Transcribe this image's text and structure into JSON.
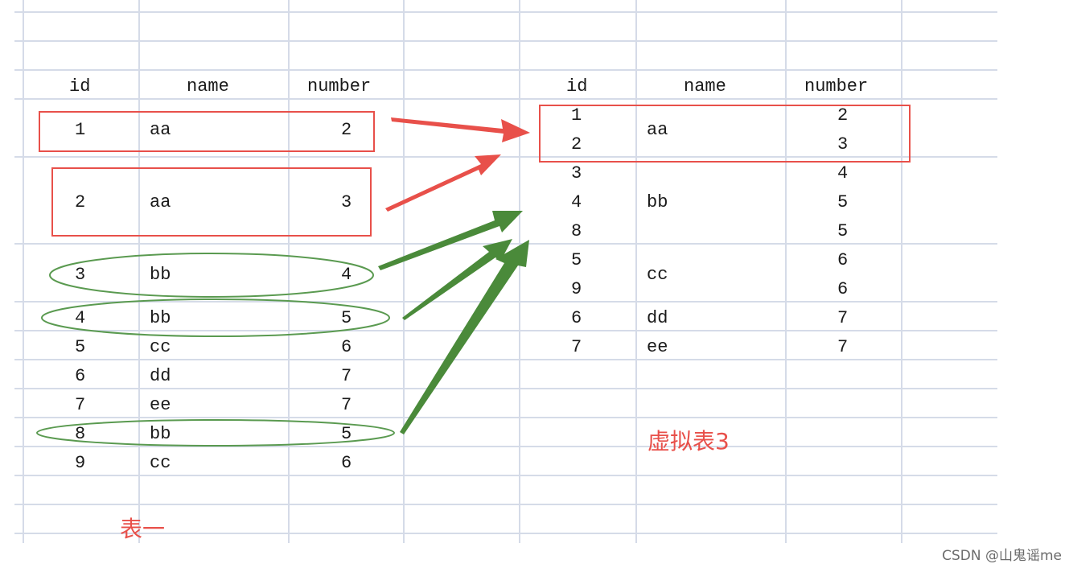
{
  "table1": {
    "headers": [
      "id",
      "name",
      "number"
    ],
    "rows": [
      {
        "id": "1",
        "name": "aa",
        "number": "2"
      },
      {
        "id": "2",
        "name": "aa",
        "number": "3"
      },
      {
        "id": "3",
        "name": "bb",
        "number": "4"
      },
      {
        "id": "4",
        "name": "bb",
        "number": "5"
      },
      {
        "id": "5",
        "name": "cc",
        "number": "6"
      },
      {
        "id": "6",
        "name": "dd",
        "number": "7"
      },
      {
        "id": "7",
        "name": "ee",
        "number": "7"
      },
      {
        "id": "8",
        "name": "bb",
        "number": "5"
      },
      {
        "id": "9",
        "name": "cc",
        "number": "6"
      }
    ],
    "caption": "表一"
  },
  "table3": {
    "headers": [
      "id",
      "name",
      "number"
    ],
    "ids": [
      "1",
      "2",
      "3",
      "4",
      "8",
      "5",
      "9",
      "6",
      "7"
    ],
    "numbers": [
      "2",
      "3",
      "4",
      "5",
      "5",
      "6",
      "6",
      "7",
      "7"
    ],
    "groups": [
      {
        "name": "aa"
      },
      {
        "name": "bb"
      },
      {
        "name": "cc"
      },
      {
        "name": "dd"
      },
      {
        "name": "ee"
      }
    ],
    "caption": "虚拟表3"
  },
  "colors": {
    "grid": "#d5dbe8",
    "red": "#e8504a",
    "green": "#4a8a3a",
    "ellipse": "#5a9a50"
  },
  "watermark": "CSDN @山鬼谣me"
}
